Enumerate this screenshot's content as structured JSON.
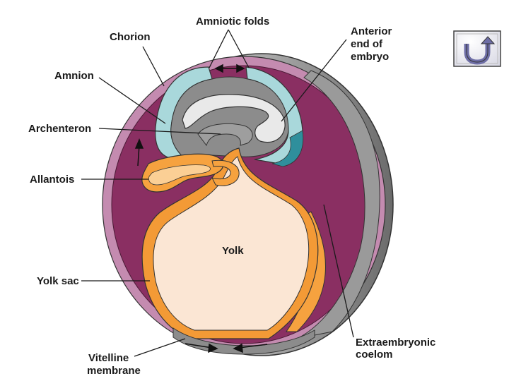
{
  "labels": {
    "amniotic_folds": "Amniotic folds",
    "chorion": "Chorion",
    "anterior_line1": "Anterior",
    "anterior_line2": "end of",
    "anterior_line3": "embryo",
    "amnion": "Amnion",
    "archenteron": "Archenteron",
    "allantois": "Allantois",
    "yolk": "Yolk",
    "yolk_sac": "Yolk sac",
    "extraembryonic_line1": "Extraembryonic",
    "extraembryonic_line2": "coelom",
    "vitelline_line1": "Vitelline",
    "vitelline_line2": "membrane"
  },
  "nav": {
    "back_icon": "u-turn-back-icon"
  },
  "colors": {
    "chorion": "#c48bb0",
    "coelom": "#8a2f62",
    "amnion": "#a9d8db",
    "yolk": "#fbe6d4",
    "yolk_sac": "#f39a36",
    "embryo": "#e6e6e6",
    "shell_gray": "#8c8c8c",
    "button_border": "#6e6ea6"
  }
}
